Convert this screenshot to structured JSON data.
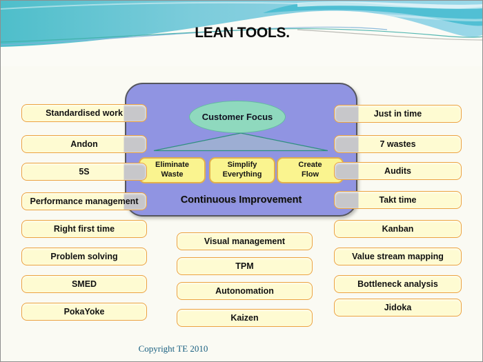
{
  "header": {
    "title": "LEAN TOOLS."
  },
  "model": {
    "focus": "Customer Focus",
    "pillars": [
      "Eliminate\nWaste",
      "Simplify\nEverything",
      "Create\nFlow"
    ],
    "foundation": "Continuous Improvement"
  },
  "left_tools": [
    "Standardised work",
    "Andon",
    "5S",
    "Performance management",
    "Right first time",
    "Problem solving",
    "SMED",
    "PokaYoke"
  ],
  "middle_tools": [
    "Visual management",
    "TPM",
    "Autonomation",
    "Kaizen"
  ],
  "right_tools": [
    "Just in time",
    "7 wastes",
    "Audits",
    "Takt time",
    "Kanban",
    "Value stream mapping",
    "Bottleneck analysis",
    "Jidoka"
  ],
  "footer": {
    "copyright": "Copyright TE 2010"
  },
  "colors": {
    "panel_purple": "#9094E2",
    "panel_border": "#55565E",
    "ellipse_mint": "#8FD9BE",
    "triangle_fill": "#9FB0D2",
    "triangle_stroke": "#2E8F7F",
    "tool_fill": "#FEFBD2",
    "tool_border": "#ECA23F",
    "pillar_fill": "#FAF48F",
    "pillar_border": "#E2AF4B",
    "tab_gray": "#C7C7CA",
    "banner_teal": "#50BFC9",
    "banner_blue": "#9AD8E8",
    "copyright_blue": "#185F80"
  }
}
